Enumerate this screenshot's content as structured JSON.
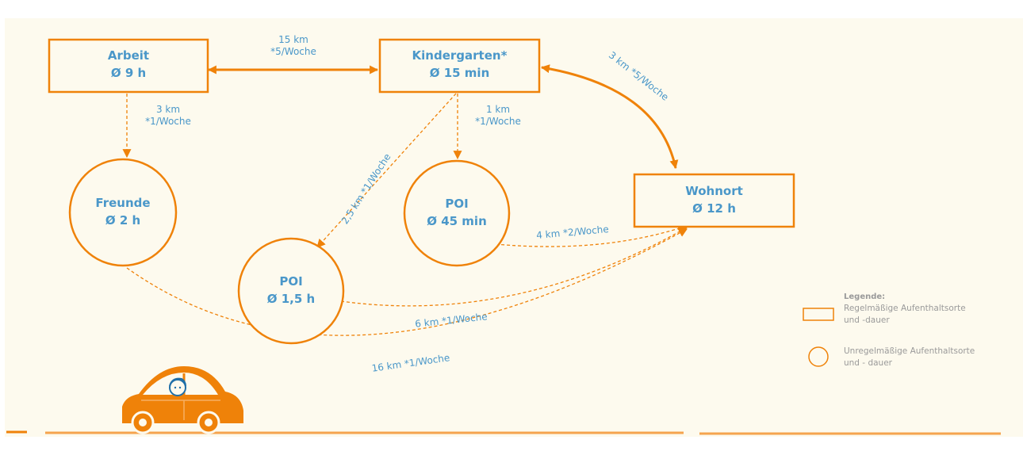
{
  "colors": {
    "accent": "#ef8209",
    "text": "#4a97c9",
    "panel": "#fdfaee",
    "legend": "#9a9a9a"
  },
  "nodes": {
    "arbeit": {
      "name": "Arbeit",
      "duration": "Ø 9 h"
    },
    "kindergarten": {
      "name": "Kindergarten*",
      "duration": "Ø 15 min"
    },
    "wohnort": {
      "name": "Wohnort",
      "duration": "Ø 12 h"
    },
    "freunde": {
      "name": "Freunde",
      "duration": "Ø 2 h"
    },
    "poi_a": {
      "name": "POI",
      "duration": "Ø 45 min"
    },
    "poi_b": {
      "name": "POI",
      "duration": "Ø 1,5 h"
    }
  },
  "edges": {
    "arbeit_kindergarten": {
      "line1": "15 km",
      "line2": "*5/Woche"
    },
    "arbeit_freunde": {
      "line1": "3 km",
      "line2": "*1/Woche"
    },
    "kindergarten_poi_a": {
      "line1": "1 km",
      "line2": "*1/Woche"
    },
    "kindergarten_poi_b": {
      "line1": "2,5 km *1/Woche"
    },
    "kindergarten_wohnort": {
      "line1": "3 km *5/Woche"
    },
    "poi_a_wohnort": {
      "line1": "4 km *2/Woche"
    },
    "poi_b_wohnort": {
      "line1": "6 km *1/Woche"
    },
    "freunde_wohnort": {
      "line1": "16 km *1/Woche"
    }
  },
  "legend": {
    "title": "Legende:",
    "regular_line1": "Regelmäßige Aufenthaltsorte",
    "regular_line2": "und -dauer",
    "irregular_line1": "Unregelmäßige Aufenthaltsorte",
    "irregular_line2": "und - dauer"
  }
}
